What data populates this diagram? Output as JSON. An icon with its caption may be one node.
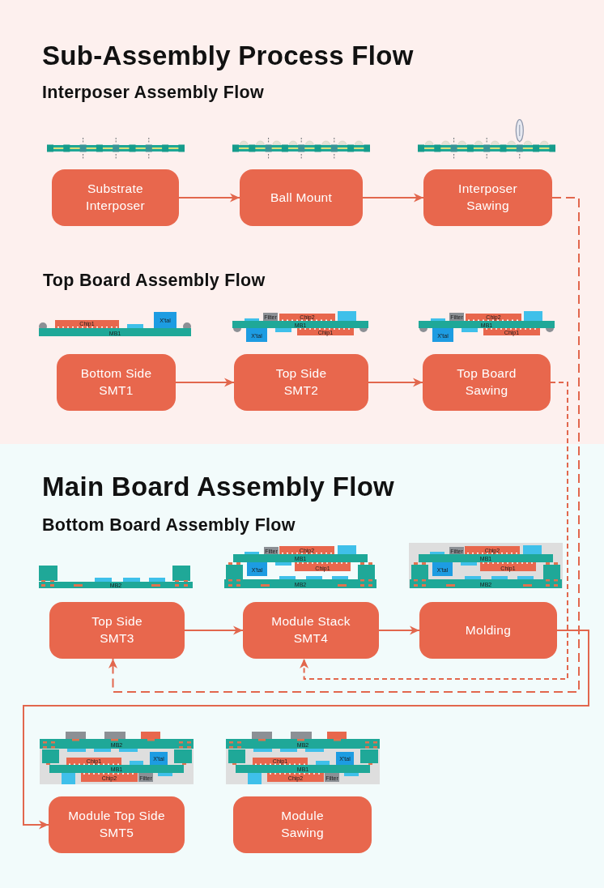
{
  "diagram": {
    "nodes": [
      {
        "text": [
          "Sub-Assembly Process Flow",
          "Interposer Assembly Flow",
          "Top Board Assembly Flow"
        ]
      },
      {
        "text": [
          "Substrate Interposer"
        ],
        "in": 0
      },
      {
        "text": [
          "Ball Mount"
        ],
        "in": 0
      },
      {
        "text": [
          "Interposer Sawing"
        ],
        "in": 0
      },
      {
        "text": [
          "Bottom Side SMT1"
        ],
        "in": 0
      },
      {
        "text": [
          "Top Side SMT2"
        ],
        "in": 0
      },
      {
        "text": [
          "Top Board Sawing"
        ],
        "in": 0
      },
      {
        "text": [
          "Main Board Assembly Flow",
          "Bottom Board Assembly Flow"
        ]
      },
      {
        "text": [
          "Top Side SMT3"
        ],
        "in": 7
      },
      {
        "text": [
          "Module Stack SMT4"
        ],
        "in": 7
      },
      {
        "text": [
          "Molding"
        ],
        "in": 7
      },
      {
        "text": [
          "Module Top Side SMT5"
        ],
        "in": 7
      },
      {
        "text": [
          "Module Sawing"
        ],
        "in": 7
      }
    ],
    "edges": [
      {
        "from": 1,
        "to": 2,
        "arrow": "to"
      },
      {
        "from": 2,
        "to": 3,
        "arrow": "to"
      },
      {
        "from": 4,
        "to": 5,
        "arrow": "to"
      },
      {
        "from": 5,
        "to": 6,
        "arrow": "to"
      },
      {
        "from": 3,
        "to": 8,
        "arrow": "to",
        "style": "dashed"
      },
      {
        "from": 6,
        "to": 9,
        "arrow": "to",
        "style": "dashed"
      },
      {
        "from": 8,
        "to": 9,
        "arrow": "to"
      },
      {
        "from": 9,
        "to": 10,
        "arrow": "to"
      },
      {
        "from": 10,
        "to": 11,
        "arrow": "to"
      }
    ],
    "labels": [
      "Chip1",
      "X'tal",
      "MB1",
      "Filter",
      "Chip2",
      "MB1",
      "X'tal",
      "Chip1",
      "Filter",
      "Chip2",
      "MB1",
      "X'tal",
      "Chip1",
      "MB2",
      "Filter",
      "Chip2",
      "MB1",
      "X'tal",
      "Chip1",
      "MB2",
      "Filter",
      "Chip2",
      "MB1",
      "X'tal",
      "Chip1",
      "MB2",
      "MB2",
      "Chip1",
      "X'tal",
      "MB1",
      "Chip2",
      "Filter",
      "MB2",
      "Chip1",
      "X'tal",
      "MB1",
      "Chip2",
      "Filter"
    ]
  }
}
